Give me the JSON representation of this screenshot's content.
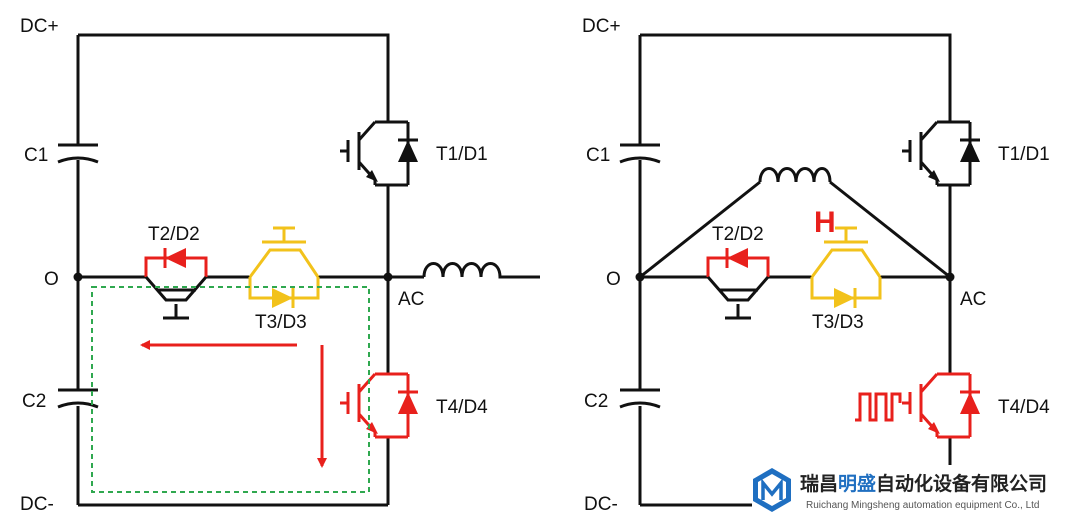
{
  "colors": {
    "wire": "#111111",
    "active": "#e8201c",
    "passive": "#f2c21b",
    "loop": "#2fa84f",
    "arrow": "#e8201c",
    "logo_blue": "#1f6fc1",
    "logo_cn_highlight": "#1f6fc1"
  },
  "left_circuit": {
    "dc_plus": "DC+",
    "dc_minus": "DC-",
    "c1": "C1",
    "c2": "C2",
    "node_o": "O",
    "node_ac": "AC",
    "t1": "T1/D1",
    "t2": "T2/D2",
    "t3": "T3/D3",
    "t4": "T4/D4"
  },
  "right_circuit": {
    "dc_plus": "DC+",
    "dc_minus": "DC-",
    "c1": "C1",
    "c2": "C2",
    "node_o": "O",
    "node_ac": "AC",
    "t1": "T1/D1",
    "t2": "T2/D2",
    "t3": "T3/D3",
    "t4": "T4/D4",
    "h_label": "H"
  },
  "logo": {
    "name_cn_prefix": "瑞昌",
    "name_cn_highlight": "明盛",
    "name_cn_suffix": "自动化设备有限公司",
    "name_en": "Ruichang Mingsheng automation equipment Co., Ltd"
  }
}
